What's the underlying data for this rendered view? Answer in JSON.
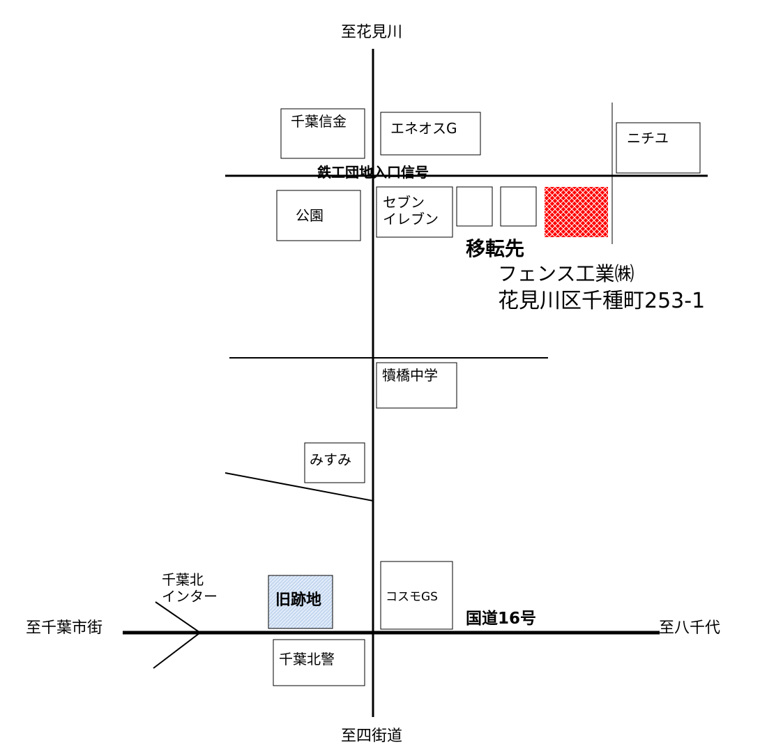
{
  "directions": {
    "north": "至花見川",
    "south": "至四街道",
    "west": "至千葉市街",
    "east": "至八千代"
  },
  "signal": "鉄工団地入口信号",
  "route_label": "国道16号",
  "interchange": {
    "line1": "千葉北",
    "line2": "インター"
  },
  "landmarks": {
    "shinkin": "千葉信金",
    "eneos": "エネオスG",
    "nichiyu": "ニチユ",
    "park": "公園",
    "seven_line1": "セブン",
    "seven_line2": "イレブン",
    "school": "犢橋中学",
    "misumi": "みすみ",
    "cosmo": "コスモGS",
    "police": "千葉北警",
    "old_site": "旧跡地"
  },
  "new_location": {
    "heading": "移転先",
    "company": "フェンス工業㈱",
    "address": "花見川区千種町253-1"
  },
  "colors": {
    "new_site": "#ff0000",
    "old_site": "#c6d9f1"
  }
}
